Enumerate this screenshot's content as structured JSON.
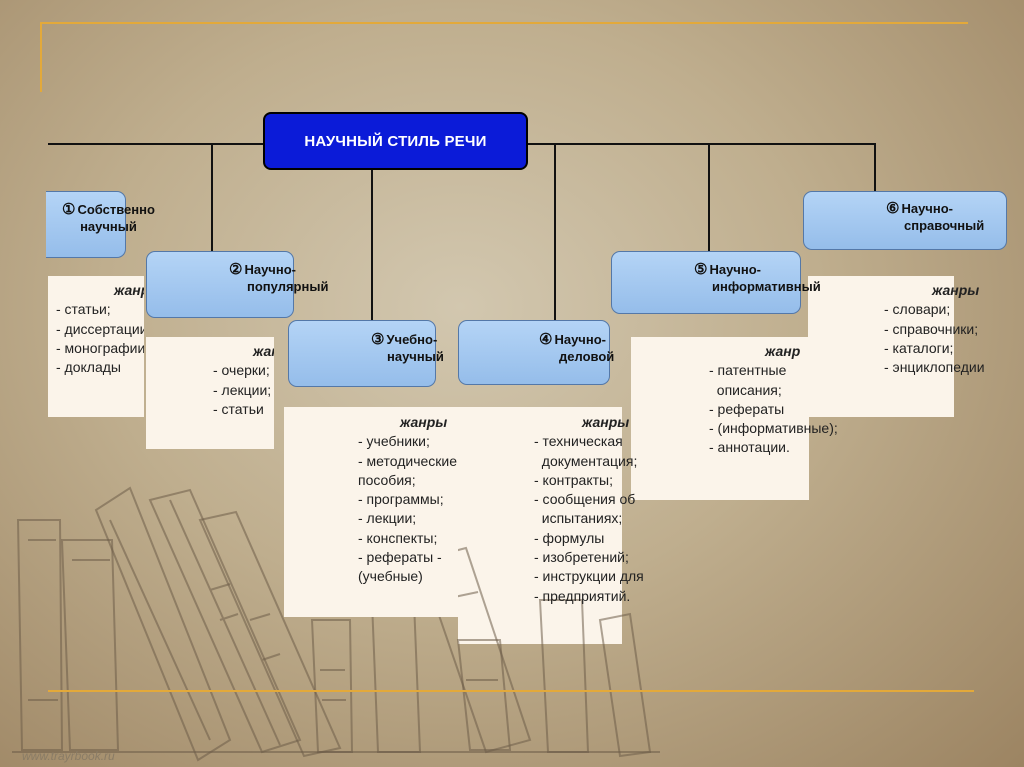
{
  "diagram": {
    "root": {
      "label": "НАУЧНЫЙ СТИЛЬ РЕЧИ"
    },
    "nodes": [
      {
        "number": "①",
        "line1": "Собственно",
        "line2": "научный"
      },
      {
        "number": "②",
        "line1": "Научно-",
        "line2": "популярный"
      },
      {
        "number": "③",
        "line1": "Учебно-",
        "line2": "научный"
      },
      {
        "number": "④",
        "line1": "Научно-",
        "line2": "деловой"
      },
      {
        "number": "⑤",
        "line1": "Научно-",
        "line2": "информативный"
      },
      {
        "number": "⑥",
        "line1": "Научно-",
        "line2": "справочный"
      }
    ],
    "genres": [
      {
        "title": "жанры",
        "items": [
          "- статьи;",
          "- диссертации;",
          "- монографии;",
          "- доклады"
        ]
      },
      {
        "title": "жанры",
        "items": [
          "- очерки;",
          "- лекции;",
          "- статьи"
        ]
      },
      {
        "title": "жанры",
        "items": [
          "- учебники;",
          "- методические",
          "  пособия;",
          "- программы;",
          "- лекции;",
          "- конспекты;",
          "- рефераты -",
          "(учебные)"
        ]
      },
      {
        "title": "жанры",
        "items": [
          "- техническая",
          "  документация;",
          "- контракты;",
          "- сообщения об",
          "  испытаниях;",
          "- формулы",
          "- изобретений;",
          "- инструкции для",
          "- предприятий."
        ]
      },
      {
        "title": "жанр",
        "items": [
          "- патентные",
          "  описания;",
          "- рефераты",
          "- (информативные);",
          "- аннотации."
        ]
      },
      {
        "title": "жанры",
        "items": [
          "- словари;",
          "- справочники;",
          "- каталоги;",
          "- энциклопедии"
        ]
      }
    ]
  },
  "watermark": "www.trayrbook.ru"
}
